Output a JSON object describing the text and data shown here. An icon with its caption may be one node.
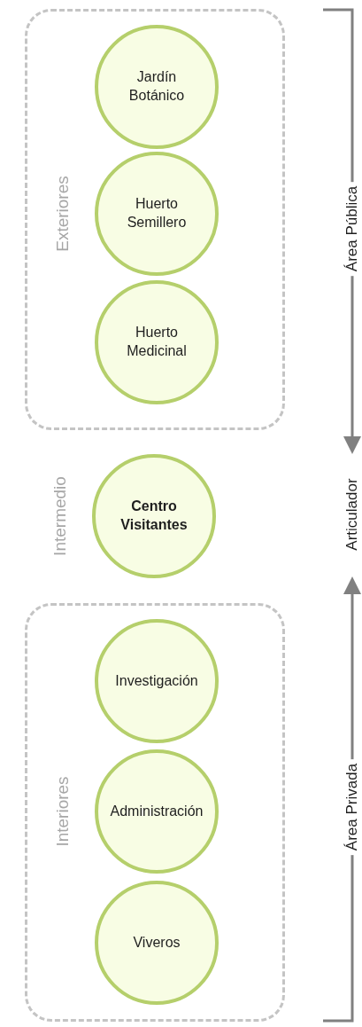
{
  "diagram": {
    "nodes": [
      {
        "text": [
          "Exteriores"
        ]
      },
      {
        "text": [
          "Jardín Botánico"
        ],
        "in": 0
      },
      {
        "text": [
          "Huerto Semillero"
        ],
        "in": 0
      },
      {
        "text": [
          "Huerto Medicinal"
        ],
        "in": 0
      },
      {
        "text": [
          "Centro Visitantes"
        ],
        "beside": [
          "Intermedio"
        ]
      },
      {
        "text": [
          "Interiores"
        ]
      },
      {
        "text": [
          "Investigación"
        ],
        "in": 5
      },
      {
        "text": [
          "Administración"
        ],
        "in": 5
      },
      {
        "text": [
          "Viveros"
        ],
        "in": 5
      }
    ],
    "labels": [
      "Área Pública",
      "Articulador",
      "Área Privada"
    ]
  }
}
